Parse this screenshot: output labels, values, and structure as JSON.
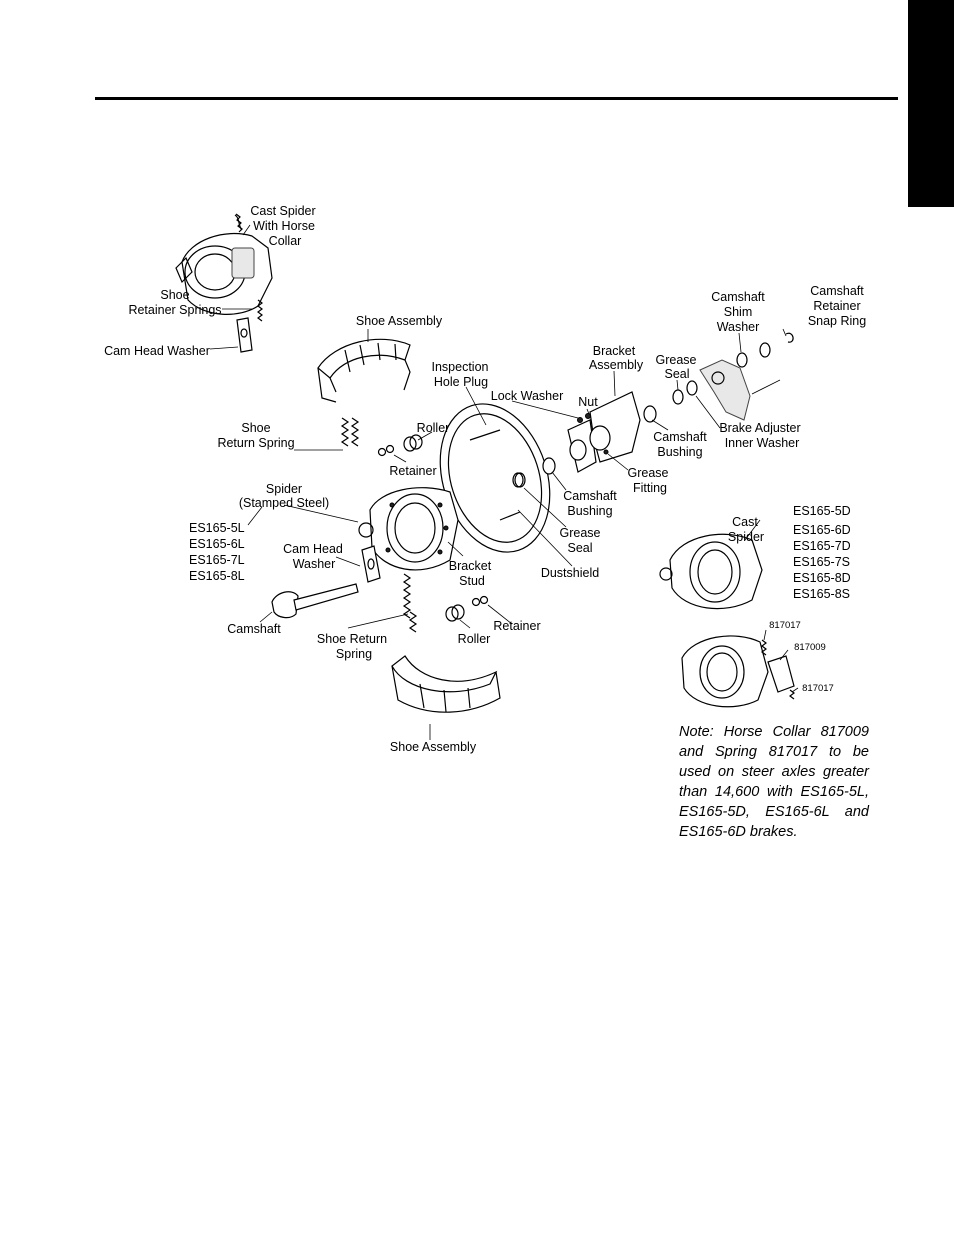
{
  "labels": {
    "cast_spider_collar": [
      "Cast Spider",
      "With Horse",
      "Collar"
    ],
    "shoe_retainer_springs": [
      "Shoe",
      "Retainer Springs"
    ],
    "cam_head_washer_top": "Cam Head Washer",
    "shoe_assembly_top": "Shoe Assembly",
    "inspection_hole_plug": [
      "Inspection",
      "Hole Plug"
    ],
    "lock_washer": "Lock Washer",
    "nut": "Nut",
    "bracket_assembly": [
      "Bracket",
      "Assembly"
    ],
    "grease_seal_top": [
      "Grease",
      "Seal"
    ],
    "camshaft_shim_washer": [
      "Camshaft",
      "Shim",
      "Washer"
    ],
    "camshaft_retainer_snap_ring": [
      "Camshaft",
      "Retainer",
      "Snap Ring"
    ],
    "brake_adjuster_inner_washer": [
      "Brake Adjuster",
      "Inner Washer"
    ],
    "camshaft_bushing_top": [
      "Camshaft",
      "Bushing"
    ],
    "grease_fitting": [
      "Grease",
      "Fitting"
    ],
    "shoe_return_spring_top": [
      "Shoe",
      "Return Spring"
    ],
    "roller_top": "Roller",
    "retainer_top": "Retainer",
    "spider_stamped": [
      "Spider",
      "(Stamped Steel)"
    ],
    "stamped_models": [
      "ES165-5L",
      "ES165-6L",
      "ES165-7L",
      "ES165-8L"
    ],
    "cam_head_washer_mid": [
      "Cam Head",
      "Washer"
    ],
    "bracket_stud": [
      "Bracket",
      "Stud"
    ],
    "camshaft_bushing_mid": [
      "Camshaft",
      "Bushing"
    ],
    "grease_seal_mid": [
      "Grease",
      "Seal"
    ],
    "dustshield": "Dustshield",
    "cast_spider": [
      "Cast",
      "Spider"
    ],
    "cast_models": [
      "ES165-5D",
      "ES165-6D",
      "ES165-7D",
      "ES165-7S",
      "ES165-8D",
      "ES165-8S"
    ],
    "camshaft": "Camshaft",
    "shoe_return_spring_bottom": [
      "Shoe Return",
      "Spring"
    ],
    "roller_bottom": "Roller",
    "retainer_bottom": "Retainer",
    "part_817017_a": "817017",
    "part_817009": "817009",
    "part_817017_b": "817017",
    "shoe_assembly_bottom": "Shoe Assembly"
  },
  "note": "Note: Horse Collar 817009 and Spring 817017 to be used on steer axles greater than 14,600 with ES165-5L, ES165-5D, ES165-6L and ES165-6D brakes."
}
